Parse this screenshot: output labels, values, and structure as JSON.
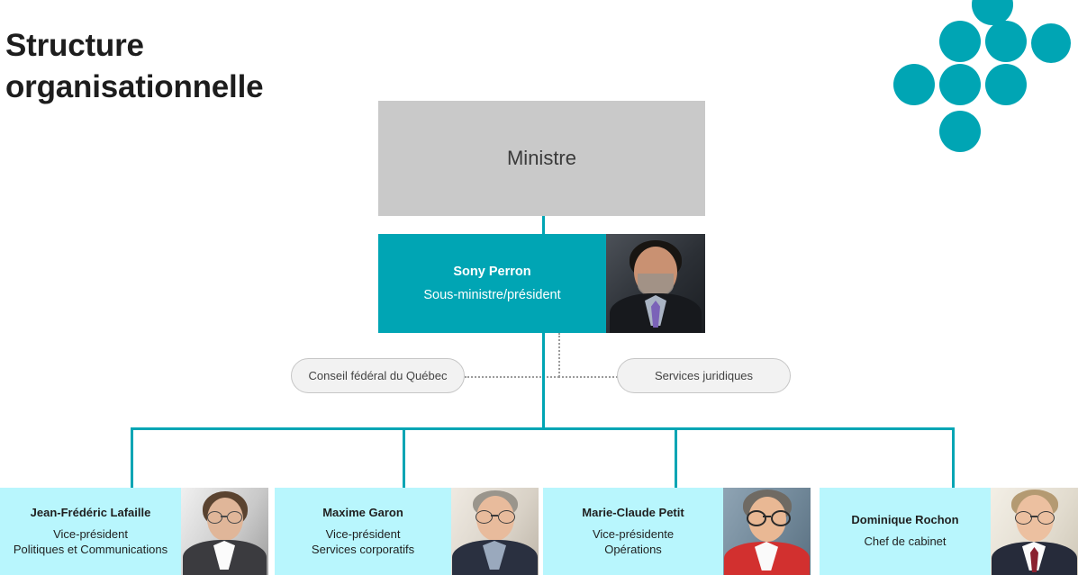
{
  "page": {
    "title_line1": "Structure",
    "title_line2": "organisationnelle",
    "background_color": "#ffffff"
  },
  "colors": {
    "teal": "#00a5b4",
    "light_cyan": "#b8f6fd",
    "gray_box": "#c9c9c9",
    "pill_fill": "#f2f2f2",
    "pill_border": "#c6c6c6",
    "connector": "#00a5b4",
    "dotted_connector": "#9b9b9b",
    "title_text": "#1d1d1d"
  },
  "logo": {
    "name": "teal-dots-logo",
    "dot_color": "#00a5b4",
    "dot_count": 9
  },
  "chart_data": {
    "type": "diagram",
    "subtype": "organizational-chart",
    "title": "Structure organisationnelle",
    "nodes": [
      {
        "id": "ministre",
        "label": "Ministre",
        "level": 0,
        "style": "gray-box"
      },
      {
        "id": "sony-perron",
        "name": "Sony Perron",
        "role": "Sous-ministre/président",
        "level": 1,
        "style": "teal-card",
        "has_photo": true
      },
      {
        "id": "conseil-federal",
        "label": "Conseil fédéral du Québec",
        "level": 2,
        "style": "pill"
      },
      {
        "id": "services-juridiques",
        "label": "Services juridiques",
        "level": 2,
        "style": "pill"
      },
      {
        "id": "jean-frederic-lafaille",
        "name": "Jean-Frédéric Lafaille",
        "role_line1": "Vice-président",
        "role_line2": "Politiques et Communications",
        "level": 3,
        "style": "cyan-card",
        "has_photo": true
      },
      {
        "id": "maxime-garon",
        "name": "Maxime Garon",
        "role_line1": "Vice-président",
        "role_line2": "Services corporatifs",
        "level": 3,
        "style": "cyan-card",
        "has_photo": true
      },
      {
        "id": "marie-claude-petit",
        "name": "Marie-Claude Petit",
        "role_line1": "Vice-présidente",
        "role_line2": "Opérations",
        "level": 3,
        "style": "cyan-card",
        "has_photo": true
      },
      {
        "id": "dominique-rochon",
        "name": "Dominique Rochon",
        "role_line1": "Chef de cabinet",
        "role_line2": "",
        "level": 3,
        "style": "cyan-card",
        "has_photo": true
      }
    ],
    "edges": [
      {
        "from": "ministre",
        "to": "sony-perron",
        "style": "solid-teal"
      },
      {
        "from": "sony-perron",
        "to": "conseil-federal",
        "style": "dotted-gray"
      },
      {
        "from": "sony-perron",
        "to": "services-juridiques",
        "style": "dotted-gray"
      },
      {
        "from": "sony-perron",
        "to": "jean-frederic-lafaille",
        "style": "solid-teal"
      },
      {
        "from": "sony-perron",
        "to": "maxime-garon",
        "style": "solid-teal"
      },
      {
        "from": "sony-perron",
        "to": "marie-claude-petit",
        "style": "solid-teal"
      },
      {
        "from": "sony-perron",
        "to": "dominique-rochon",
        "style": "solid-teal"
      }
    ]
  },
  "minister": {
    "label": "Ministre"
  },
  "executive": {
    "name": "Sony Perron",
    "role": "Sous-ministre/président",
    "photo_alt": "sony-perron-portrait"
  },
  "advisory": {
    "left_label": "Conseil fédéral du Québec",
    "right_label": "Services juridiques"
  },
  "vps": [
    {
      "name": "Jean-Frédéric Lafaille",
      "role_line1": "Vice-président",
      "role_line2": "Politiques et Communications",
      "photo_alt": "jean-frederic-lafaille-portrait"
    },
    {
      "name": "Maxime Garon",
      "role_line1": "Vice-président",
      "role_line2": "Services corporatifs",
      "photo_alt": "maxime-garon-portrait"
    },
    {
      "name": "Marie-Claude Petit",
      "role_line1": "Vice-présidente",
      "role_line2": "Opérations",
      "photo_alt": "marie-claude-petit-portrait"
    },
    {
      "name": "Dominique Rochon",
      "role_line1": "Chef de cabinet",
      "role_line2": "",
      "photo_alt": "dominique-rochon-portrait"
    }
  ]
}
